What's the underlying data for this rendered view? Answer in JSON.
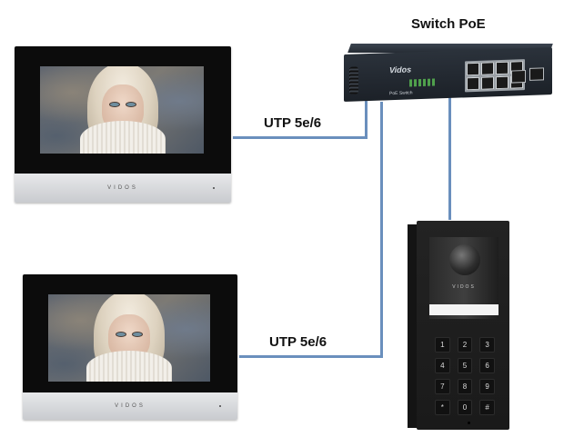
{
  "diagram": {
    "title": "Switch PoE",
    "nodes": {
      "switch": {
        "label": "Switch PoE",
        "brand": "Vidos",
        "model_text": "PoE Switch",
        "port_count": 8,
        "uplink_count": 2
      },
      "monitor_top": {
        "brand": "VIDOS"
      },
      "monitor_bottom": {
        "brand": "VIDOS"
      },
      "door_station": {
        "brand": "VIDOS",
        "keys": [
          "1",
          "2",
          "3",
          "4",
          "5",
          "6",
          "7",
          "8",
          "9",
          "*",
          "0",
          "#"
        ]
      }
    },
    "edges": [
      {
        "from": "monitor_top",
        "to": "switch",
        "label": "UTP 5e/6"
      },
      {
        "from": "monitor_bottom",
        "to": "switch",
        "label": "UTP 5e/6"
      },
      {
        "from": "door_station",
        "to": "switch",
        "label": ""
      }
    ],
    "colors": {
      "wire": "#6a8fbd",
      "label_text": "#111111"
    }
  }
}
